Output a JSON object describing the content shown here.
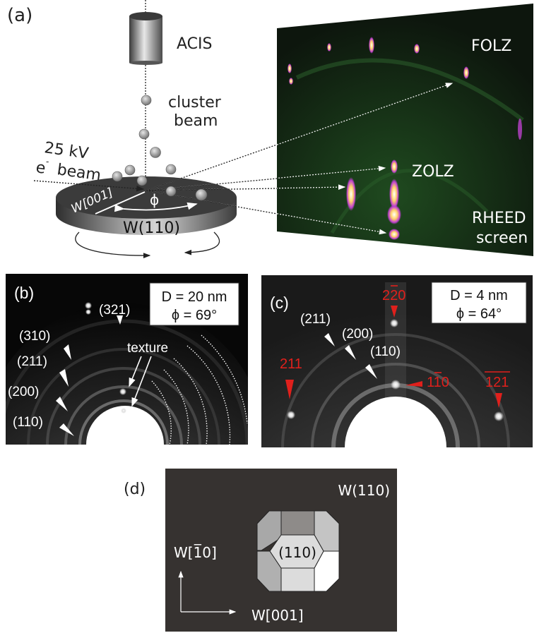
{
  "panel_a": {
    "tag": "(a)",
    "source_label": "ACIS",
    "cluster_label_1": "cluster",
    "cluster_label_2": "beam",
    "ebeam_label_1": "25 kV",
    "ebeam_label_2": "e",
    "ebeam_label_sup": "-",
    "ebeam_label_3": "beam",
    "direction_label": "W[001]",
    "angle_symbol": "ϕ",
    "substrate_label": "W(110)",
    "screen": {
      "folz_label": "FOLZ",
      "zolz_label": "ZOLZ",
      "screen_label_1": "RHEED",
      "screen_label_2": "screen",
      "background": "#0f1a0f",
      "glow": "#2f7a2f",
      "spot_hot": "#ffffff",
      "spot_mid": "#ffd36a",
      "spot_edge": "#c040d0"
    }
  },
  "panel_b": {
    "tag": "(b)",
    "info_line_1": "D = 20 nm",
    "info_line_2": "ϕ = 69°",
    "texture_label": "texture",
    "rings": [
      "(321)",
      "(310)",
      "(211)",
      "(200)",
      "(110)"
    ]
  },
  "panel_c": {
    "tag": "(c)",
    "info_line_1": "D = 4 nm",
    "info_line_2": "ϕ = 64°",
    "rings": [
      "(211)",
      "(200)",
      "(110)"
    ],
    "spots": [
      {
        "label": "220",
        "bar_over": "2"
      },
      {
        "label": "211",
        "bar_over": ""
      },
      {
        "label": "110",
        "bar_over": "1"
      },
      {
        "label": "121",
        "bar_over": "all"
      }
    ],
    "accent": "#e0201c"
  },
  "panel_d": {
    "tag": "(d)",
    "surface_label": "W(110)",
    "axis_vertical": "W[1̅0]",
    "axis_vertical_prefix": "W[1",
    "axis_vertical_bar": "1",
    "axis_vertical_suffix": "0]",
    "axis_horizontal": "W[001]",
    "facet_label": "(110)",
    "background": "#363230"
  }
}
